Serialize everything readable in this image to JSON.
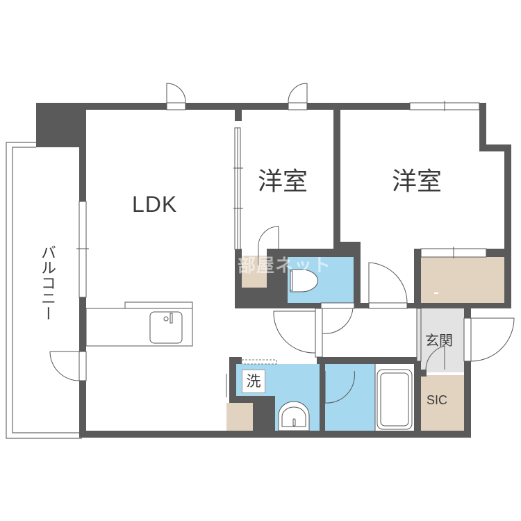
{
  "floor_plan": {
    "colors": {
      "wall": "#5a5a5a",
      "water_area": "#a6d8f0",
      "storage": "#e2d3c1",
      "entrance": "#e3e3e3",
      "line": "#555555",
      "background": "#ffffff"
    },
    "rooms": {
      "ldk": {
        "label": "LDK"
      },
      "western_room_1": {
        "label": "洋室"
      },
      "western_room_2": {
        "label": "洋室"
      },
      "balcony": {
        "label": "バルコニー"
      },
      "entrance": {
        "label": "玄関"
      },
      "sic": {
        "label": "SIC"
      },
      "washer": {
        "label": "洗"
      }
    },
    "watermark": "部屋ネット"
  }
}
